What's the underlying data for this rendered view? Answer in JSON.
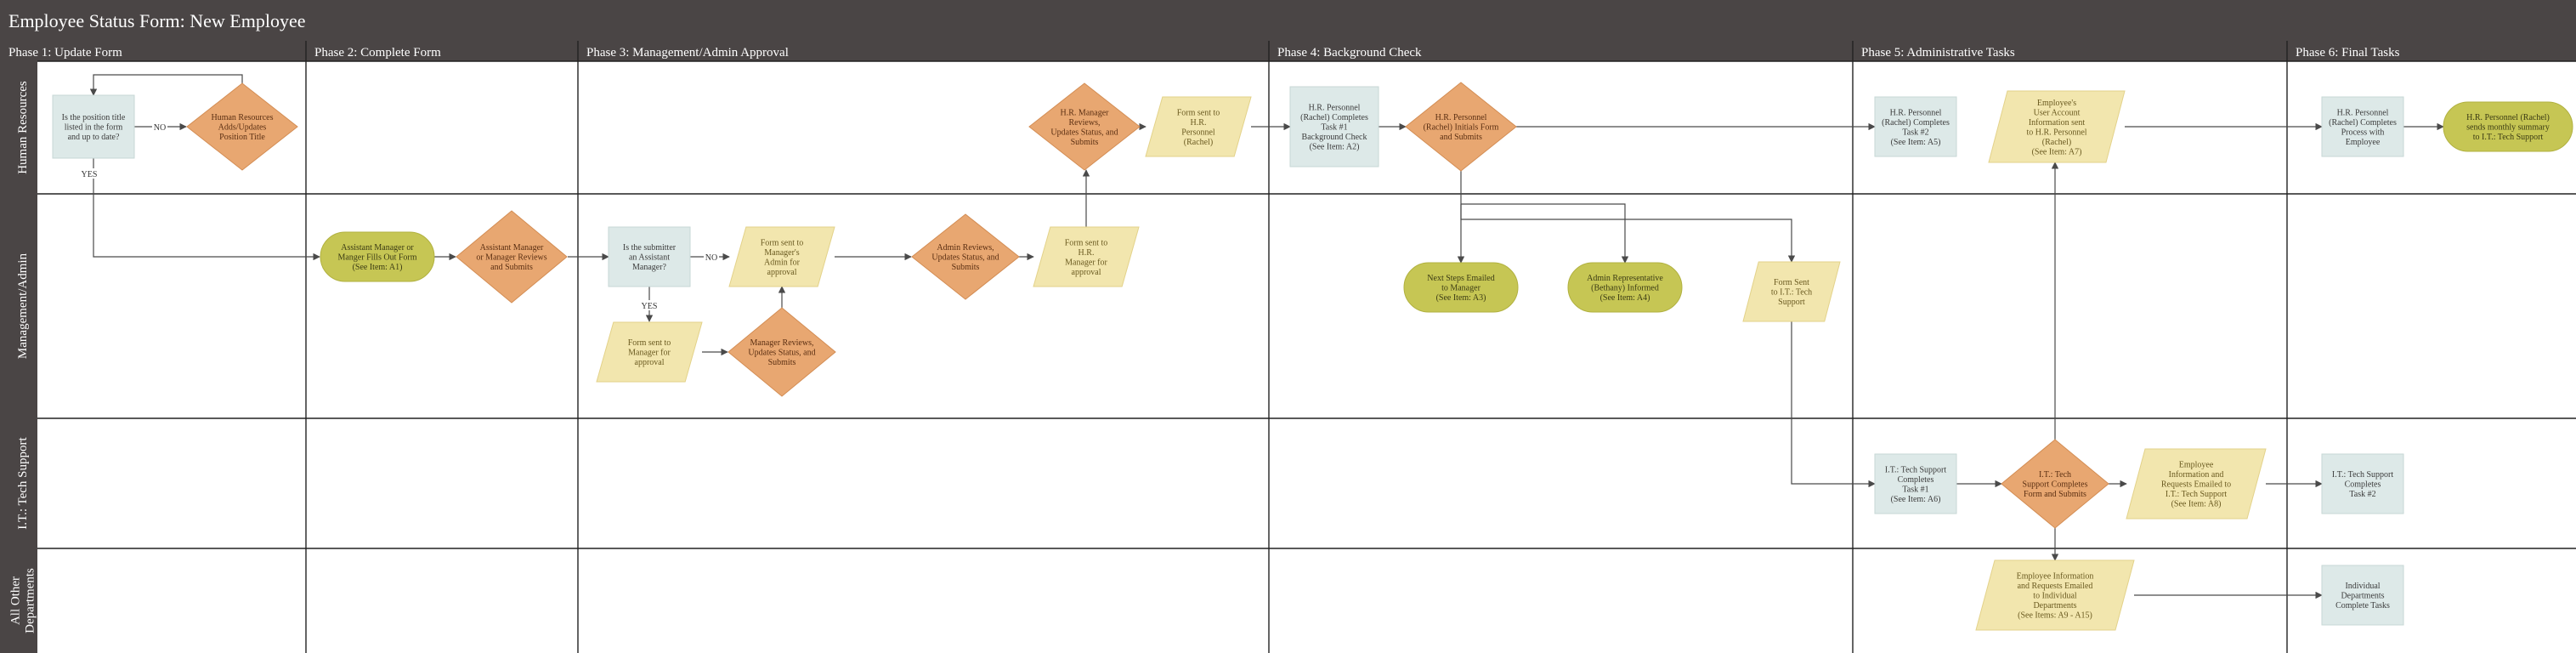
{
  "title": "Employee Status Form: New Employee",
  "phases": [
    "Phase 1: Update Form",
    "Phase 2: Complete Form",
    "Phase 3: Management/Admin Approval",
    "Phase 4: Background Check",
    "Phase 5: Administrative Tasks",
    "Phase 6: Final Tasks"
  ],
  "lanes": [
    [
      "Human Resources"
    ],
    [
      "Management/Admin"
    ],
    [
      "I.T.: Tech Support"
    ],
    [
      "All Other",
      "Departments"
    ]
  ],
  "nodes": [
    {
      "id": "n1",
      "kind": "process",
      "lines": [
        "Is the position title",
        "listed in the form",
        "and up to date?"
      ]
    },
    {
      "id": "n2",
      "kind": "decision",
      "lines": [
        "Human Resources",
        "Adds/Updates",
        "Position Title"
      ]
    },
    {
      "id": "n3",
      "kind": "terminal",
      "lines": [
        "Assistant Manager or",
        "Manger Fills Out Form",
        "(See Item: A1)"
      ]
    },
    {
      "id": "n4",
      "kind": "decision",
      "lines": [
        "Assistant Manager",
        "or Manager Reviews",
        "and Submits"
      ]
    },
    {
      "id": "n5",
      "kind": "process",
      "lines": [
        "Is the submitter",
        "an Assistant",
        "Manager?"
      ]
    },
    {
      "id": "n6",
      "kind": "parallelogram",
      "lines": [
        "Form sent to",
        "Manager's",
        "Admin for",
        "approval"
      ]
    },
    {
      "id": "n7",
      "kind": "parallelogram",
      "lines": [
        "Form sent to",
        "Manager for",
        "approval"
      ]
    },
    {
      "id": "n8",
      "kind": "decision",
      "lines": [
        "Manager Reviews,",
        "Updates Status, and",
        "Submits"
      ]
    },
    {
      "id": "n9",
      "kind": "decision",
      "lines": [
        "Admin Reviews,",
        "Updates Status, and",
        "Submits"
      ]
    },
    {
      "id": "n10",
      "kind": "parallelogram",
      "lines": [
        "Form sent to",
        "H.R.",
        "Manager for",
        "approval"
      ]
    },
    {
      "id": "n11",
      "kind": "decision",
      "lines": [
        "H.R. Manager",
        "Reviews,",
        "Updates Status, and",
        "Submits"
      ]
    },
    {
      "id": "n12",
      "kind": "parallelogram",
      "lines": [
        "Form sent to",
        "H.R.",
        "Personnel",
        "(Rachel)"
      ]
    },
    {
      "id": "n13",
      "kind": "process",
      "lines": [
        "H.R. Personnel",
        "(Rachel) Completes",
        "Task #1",
        "Background Check",
        "(See Item: A2)"
      ]
    },
    {
      "id": "n14",
      "kind": "decision",
      "lines": [
        "H.R. Personnel",
        "(Rachel) Initials Form",
        "and Submits"
      ]
    },
    {
      "id": "n15",
      "kind": "terminal",
      "lines": [
        "Next Steps Emailed",
        "to Manager",
        "(See Item: A3)"
      ]
    },
    {
      "id": "n16",
      "kind": "terminal",
      "lines": [
        "Admin Representative",
        "(Bethany) Informed",
        "(See Item: A4)"
      ]
    },
    {
      "id": "n17",
      "kind": "parallelogram",
      "lines": [
        "Form Sent",
        "to I.T.: Tech",
        "Support"
      ]
    },
    {
      "id": "n18",
      "kind": "process",
      "lines": [
        "H.R. Personnel",
        "(Rachel) Completes",
        "Task #2",
        "(See Item: A5)"
      ]
    },
    {
      "id": "n19",
      "kind": "parallelogram",
      "lines": [
        "Employee's",
        "User Account",
        "Information sent",
        "to H.R. Personnel",
        "(Rachel)",
        "(See Item: A7)"
      ]
    },
    {
      "id": "n20",
      "kind": "process",
      "lines": [
        "I.T.: Tech Support",
        "Completes",
        "Task #1",
        "(See Item: A6)"
      ]
    },
    {
      "id": "n21",
      "kind": "decision",
      "lines": [
        "I.T.: Tech",
        "Support Completes",
        "Form and Submits"
      ]
    },
    {
      "id": "n22",
      "kind": "parallelogram",
      "lines": [
        "Employee",
        "Information and",
        "Requests Emailed to",
        "I.T.: Tech Support",
        "(See Item: A8)"
      ]
    },
    {
      "id": "n23",
      "kind": "parallelogram",
      "lines": [
        "Employee Information",
        "and Requests Emailed",
        "to Individual",
        "Departments",
        "(See Items: A9 - A15)"
      ]
    },
    {
      "id": "n24",
      "kind": "process",
      "lines": [
        "H.R. Personnel",
        "(Rachel) Completes",
        "Process with",
        "Employee"
      ]
    },
    {
      "id": "n25",
      "kind": "terminal",
      "lines": [
        "H.R. Personnel (Rachel)",
        "sends monthly summary",
        "to I.T.: Tech Support"
      ]
    },
    {
      "id": "n26",
      "kind": "process",
      "lines": [
        "I.T.: Tech Support",
        "Completes",
        "Task #2"
      ]
    },
    {
      "id": "n27",
      "kind": "process",
      "lines": [
        "Individual",
        "Departments",
        "Complete Tasks"
      ]
    }
  ],
  "edge_labels": {
    "no": "NO",
    "yes": "YES"
  },
  "colors": {
    "header": "#4a4545",
    "process": "#dde9e8",
    "decision": "#e8a771",
    "parallelogram": "#f2e6ae",
    "terminal": "#c6c654"
  }
}
